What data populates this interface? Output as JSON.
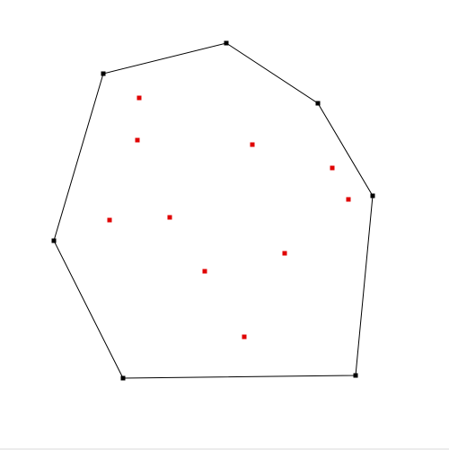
{
  "figure": {
    "kind": "convex-hull",
    "hull_vertex_count": 7,
    "interior_point_count": 10,
    "colors": {
      "background": "#ffffff",
      "hull_line": "#000000",
      "hull_vertex": "#000000",
      "interior_point": "#e00000"
    }
  }
}
